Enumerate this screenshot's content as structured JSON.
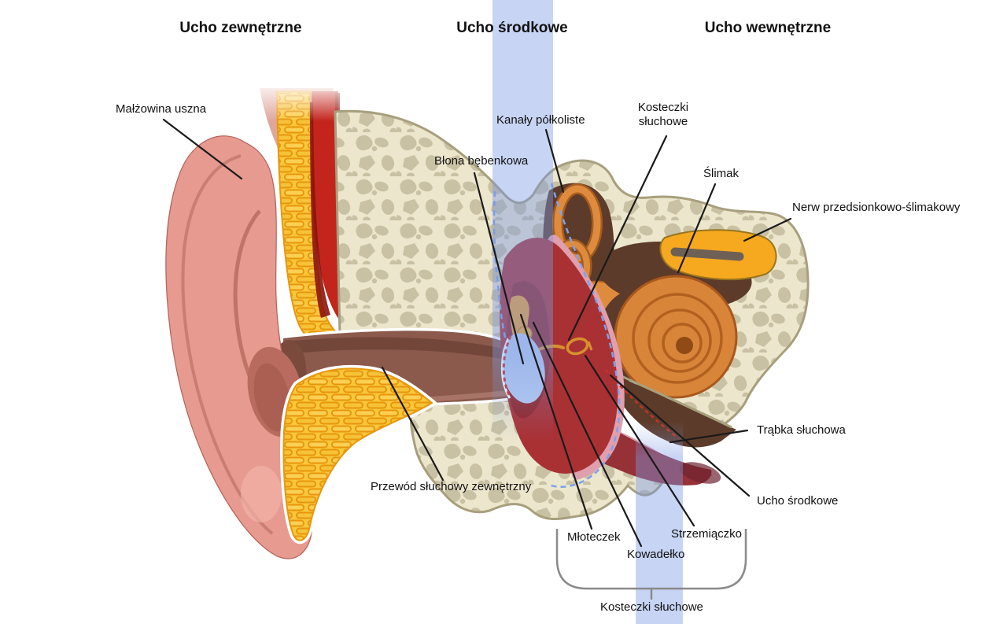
{
  "headers": {
    "outer": "Ucho zewnętrzne",
    "middle": "Ucho środkowe",
    "inner": "Ucho wewnętrzne"
  },
  "labels": {
    "pinna": "Małżowina uszna",
    "eardrum": "Błona bębenkowa",
    "semicircular_canals": "Kanały półkoliste",
    "ossicles_top": "Kosteczki słuchowe",
    "cochlea": "Ślimak",
    "nerve": "Nerw przedsionkowo-ślimakowy",
    "eustachian_tube": "Trąbka słuchowa",
    "middle_ear": "Ucho środkowe",
    "ear_canal": "Przewód słuchowy zewnętrzny",
    "malleus": "Młoteczek",
    "incus": "Kowadełko",
    "stapes": "Strzemiączko",
    "ossicles_bottom": "Kosteczki słuchowe"
  },
  "colors": {
    "background": "#ffffff",
    "section_band_blue": "#c7d4f7",
    "bone_cream": "#ece6cd",
    "bone_texture_tan": "#c9c1a3",
    "pinna_skin": "#e79a8f",
    "fat_yellow": "#f9c73c",
    "muscle_red": "#c3251c",
    "canal_brown": "#8b5a4c",
    "tympanic_cavity_red": "#a93134",
    "cavity_rim_pink": "#df9fae",
    "ossicle_orange": "#efa733",
    "inner_ear_orange": "#d8853a",
    "recess_brown": "#5d3b2a",
    "eardrum_blue": "#b6ccf1",
    "dashed_outline_blue": "#7da2ea",
    "dashed_outline_red": "#c23326",
    "label_text": "#111111",
    "bracket_gray": "#8a8a8a"
  }
}
